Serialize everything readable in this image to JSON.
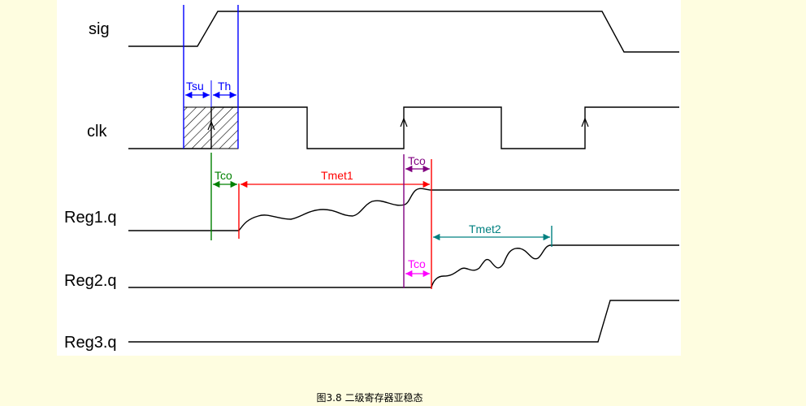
{
  "signals": {
    "sig": "sig",
    "clk": "clk",
    "reg1": "Reg1.q",
    "reg2": "Reg2.q",
    "reg3": "Reg3.q"
  },
  "annotations": {
    "tsu": "Tsu",
    "th": "Th",
    "tco1": "Tco",
    "tmet1": "Tmet1",
    "tco2": "Tco",
    "tmet2": "Tmet2",
    "tco3": "Tco"
  },
  "caption": "图3.8  二级寄存器亚稳态",
  "colors": {
    "background": "#fefde0",
    "panel": "#ffffff",
    "waveform": "#000000",
    "tsu_th": "#0000ff",
    "tco_reg1": "#008000",
    "tmet1": "#ff0000",
    "tco_clk2": "#800080",
    "tmet2": "#008080",
    "tco_reg2": "#ff00ff"
  }
}
